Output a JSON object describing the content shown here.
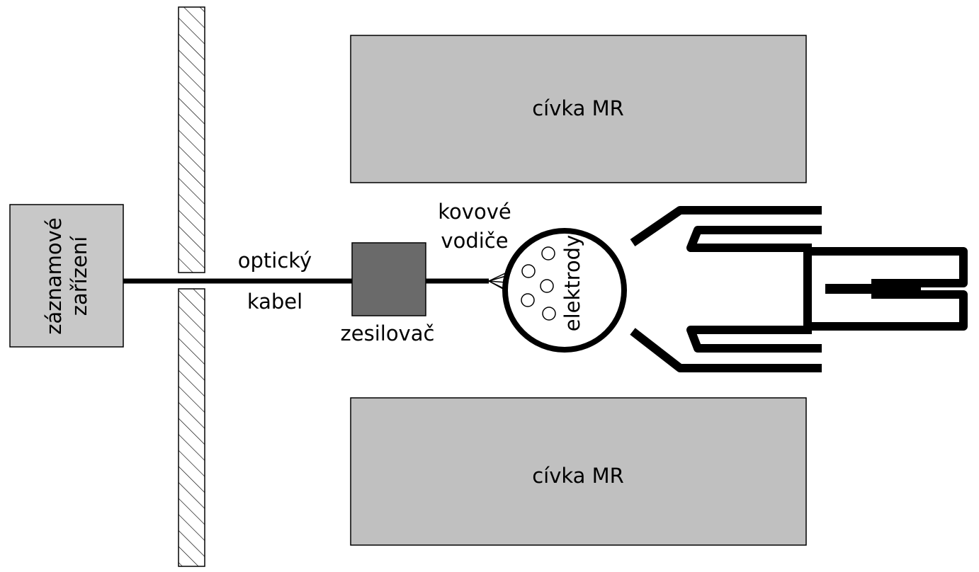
{
  "labels": {
    "recorder_line1": "záznamové",
    "recorder_line2": "zařízení",
    "coil_top": "cívka MR",
    "coil_bottom": "cívka MR",
    "cable_line1": "optický",
    "cable_line2": "kabel",
    "amplifier": "zesilovač",
    "wires_line1": "kovové",
    "wires_line2": "vodiče",
    "electrodes": "elektrody"
  },
  "colors": {
    "recorder_fill": "#c8c8c8",
    "coil_fill": "#c0c0c0",
    "amplifier_fill": "#6a6a6a",
    "line": "#000000",
    "background": "#ffffff"
  }
}
